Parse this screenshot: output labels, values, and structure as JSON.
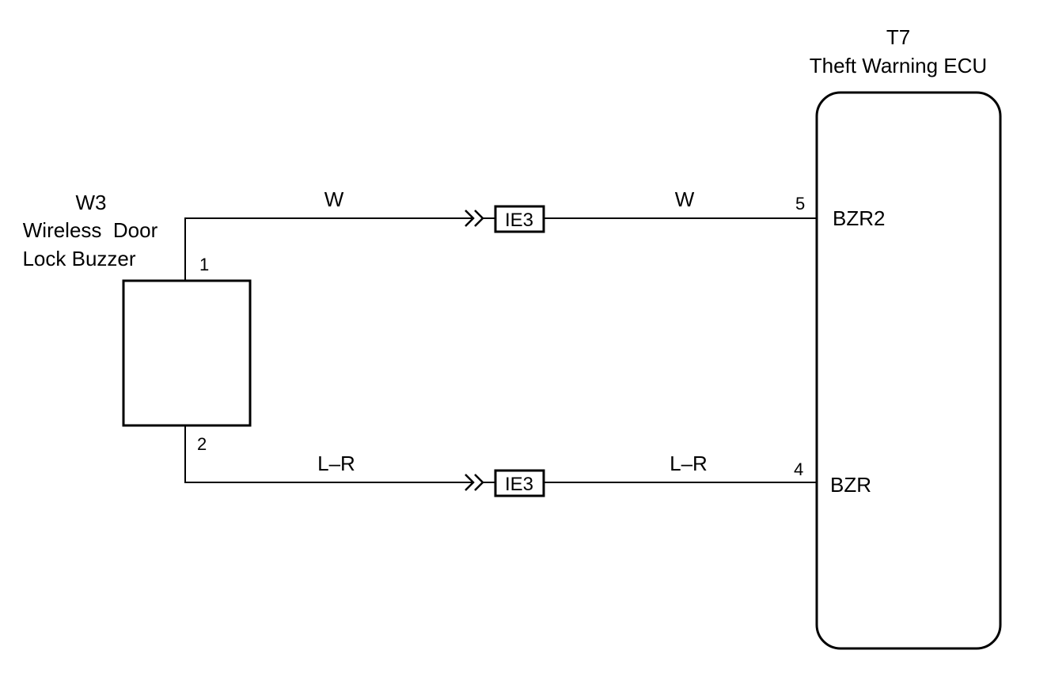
{
  "buzzer": {
    "code": "W3",
    "name_line1": "Wireless  Door",
    "name_line2": "Lock Buzzer",
    "pin_top": "1",
    "pin_bottom": "2"
  },
  "ecu": {
    "code": "T7",
    "name": "Theft Warning ECU",
    "pin_top_num": "5",
    "pin_top_label": "BZR2",
    "pin_bottom_num": "4",
    "pin_bottom_label": "BZR"
  },
  "wires": {
    "top_left_color": "W",
    "top_right_color": "W",
    "bottom_left_color": "L–R",
    "bottom_right_color": "L–R"
  },
  "connectors": {
    "top": "IE3",
    "bottom": "IE3"
  }
}
